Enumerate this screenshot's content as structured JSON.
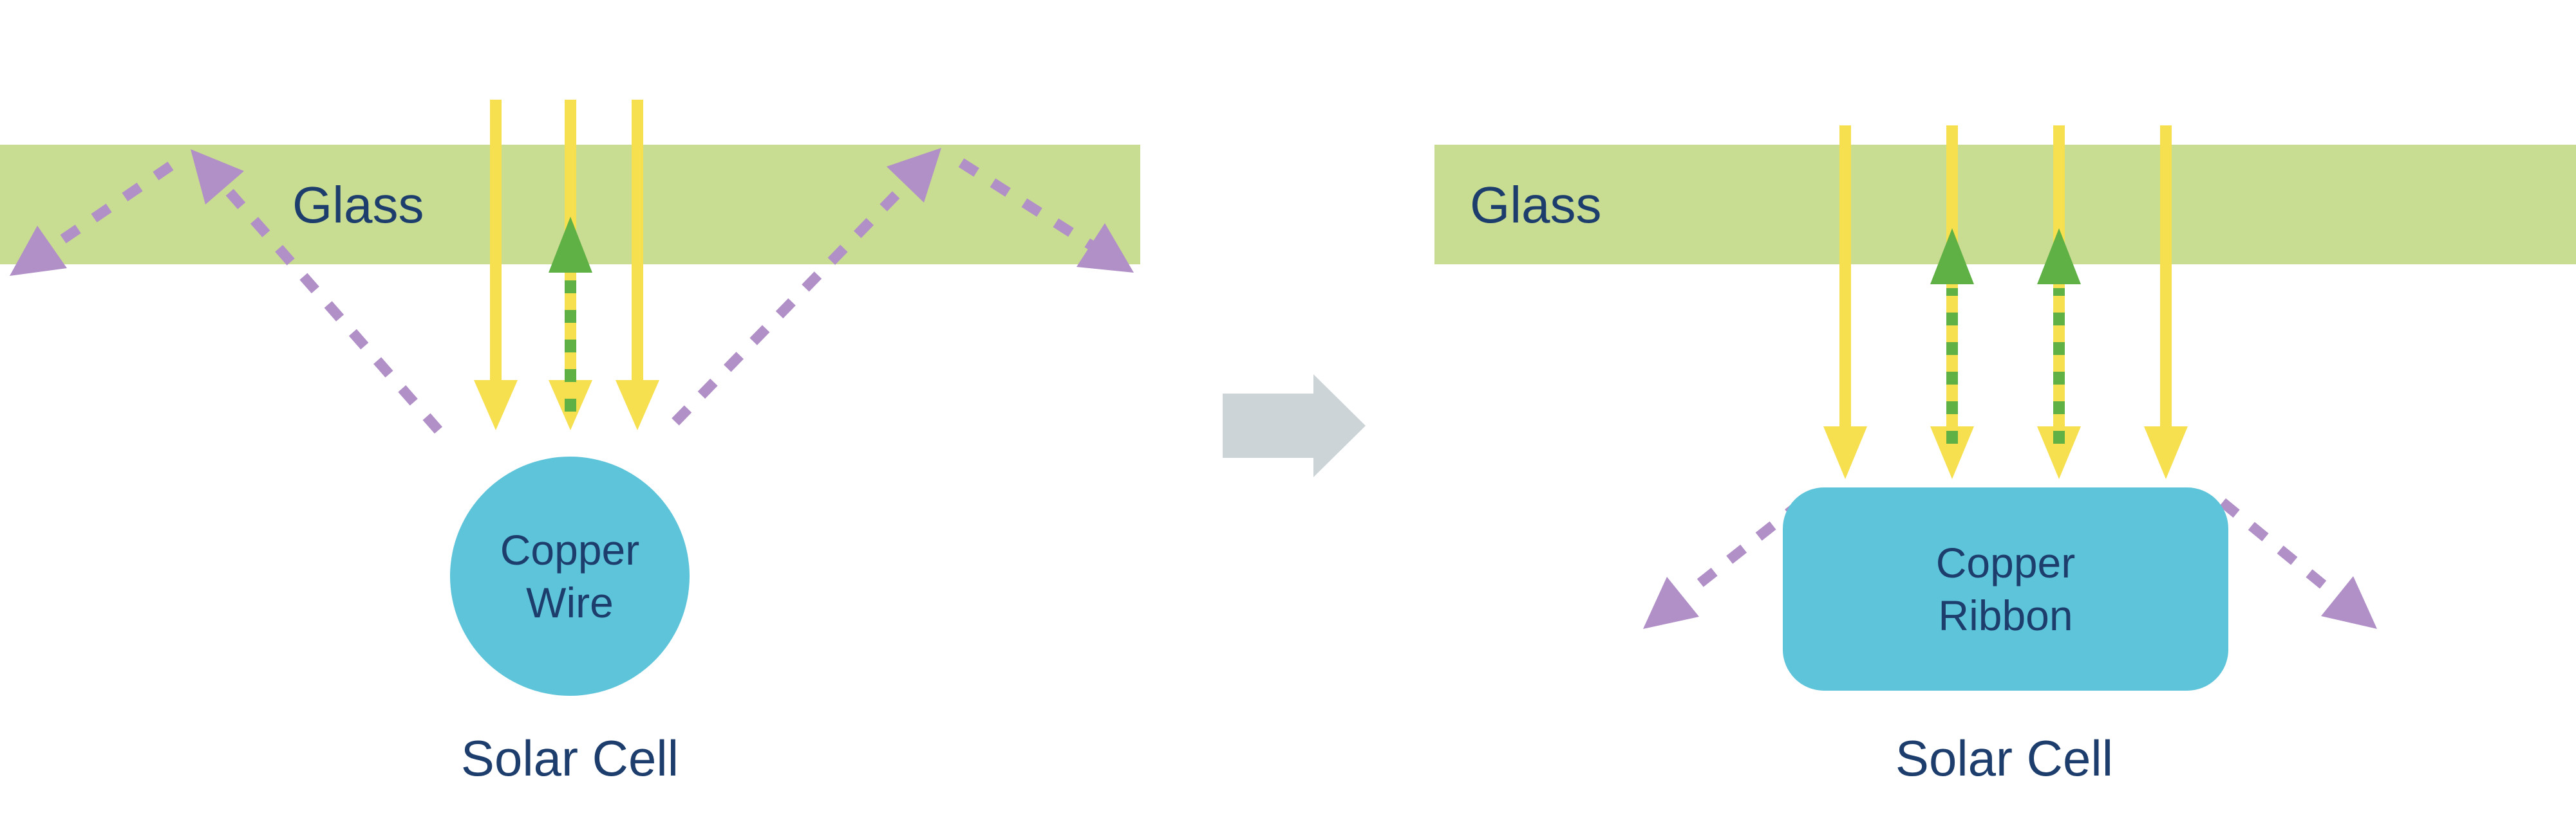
{
  "colors": {
    "background": "#ffffff",
    "glass": "#c8dc92",
    "yellow": "#f6e04f",
    "green": "#5fb045",
    "purple": "#b18fc7",
    "blue": "#5ec4da",
    "navy": "#1d3d6d",
    "gray": "#ccd4d8"
  },
  "left_panel": {
    "glass_label": "Glass",
    "component_label": "Copper Wire",
    "cell_label": "Solar Cell"
  },
  "right_panel": {
    "glass_label": "Glass",
    "component_label": "Copper Ribbon",
    "cell_label": "Solar Cell"
  }
}
